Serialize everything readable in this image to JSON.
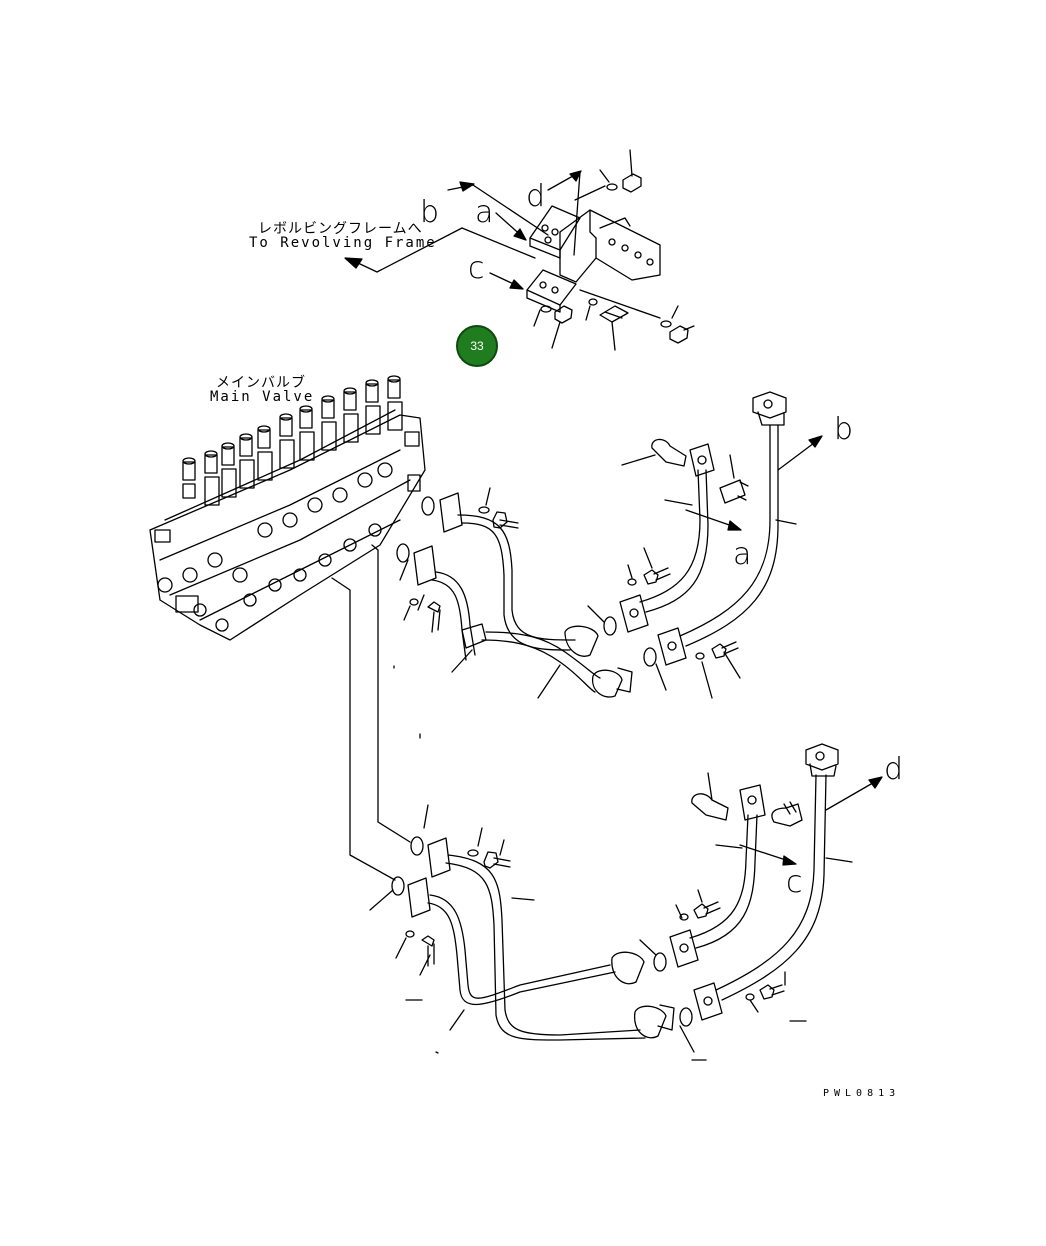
{
  "labels": {
    "revolving_frame_jp": "レボルビングフレームへ",
    "revolving_frame_en": "To Revolving Frame",
    "main_valve_jp": "メインバルブ",
    "main_valve_en": "Main Valve",
    "a": "a",
    "b": "b",
    "c": "c",
    "d": "d",
    "figure_code": "PWL0813"
  },
  "callout": {
    "number": "33",
    "color": "#1f7d1f"
  },
  "colors": {
    "line": "#000000",
    "background": "#ffffff"
  }
}
